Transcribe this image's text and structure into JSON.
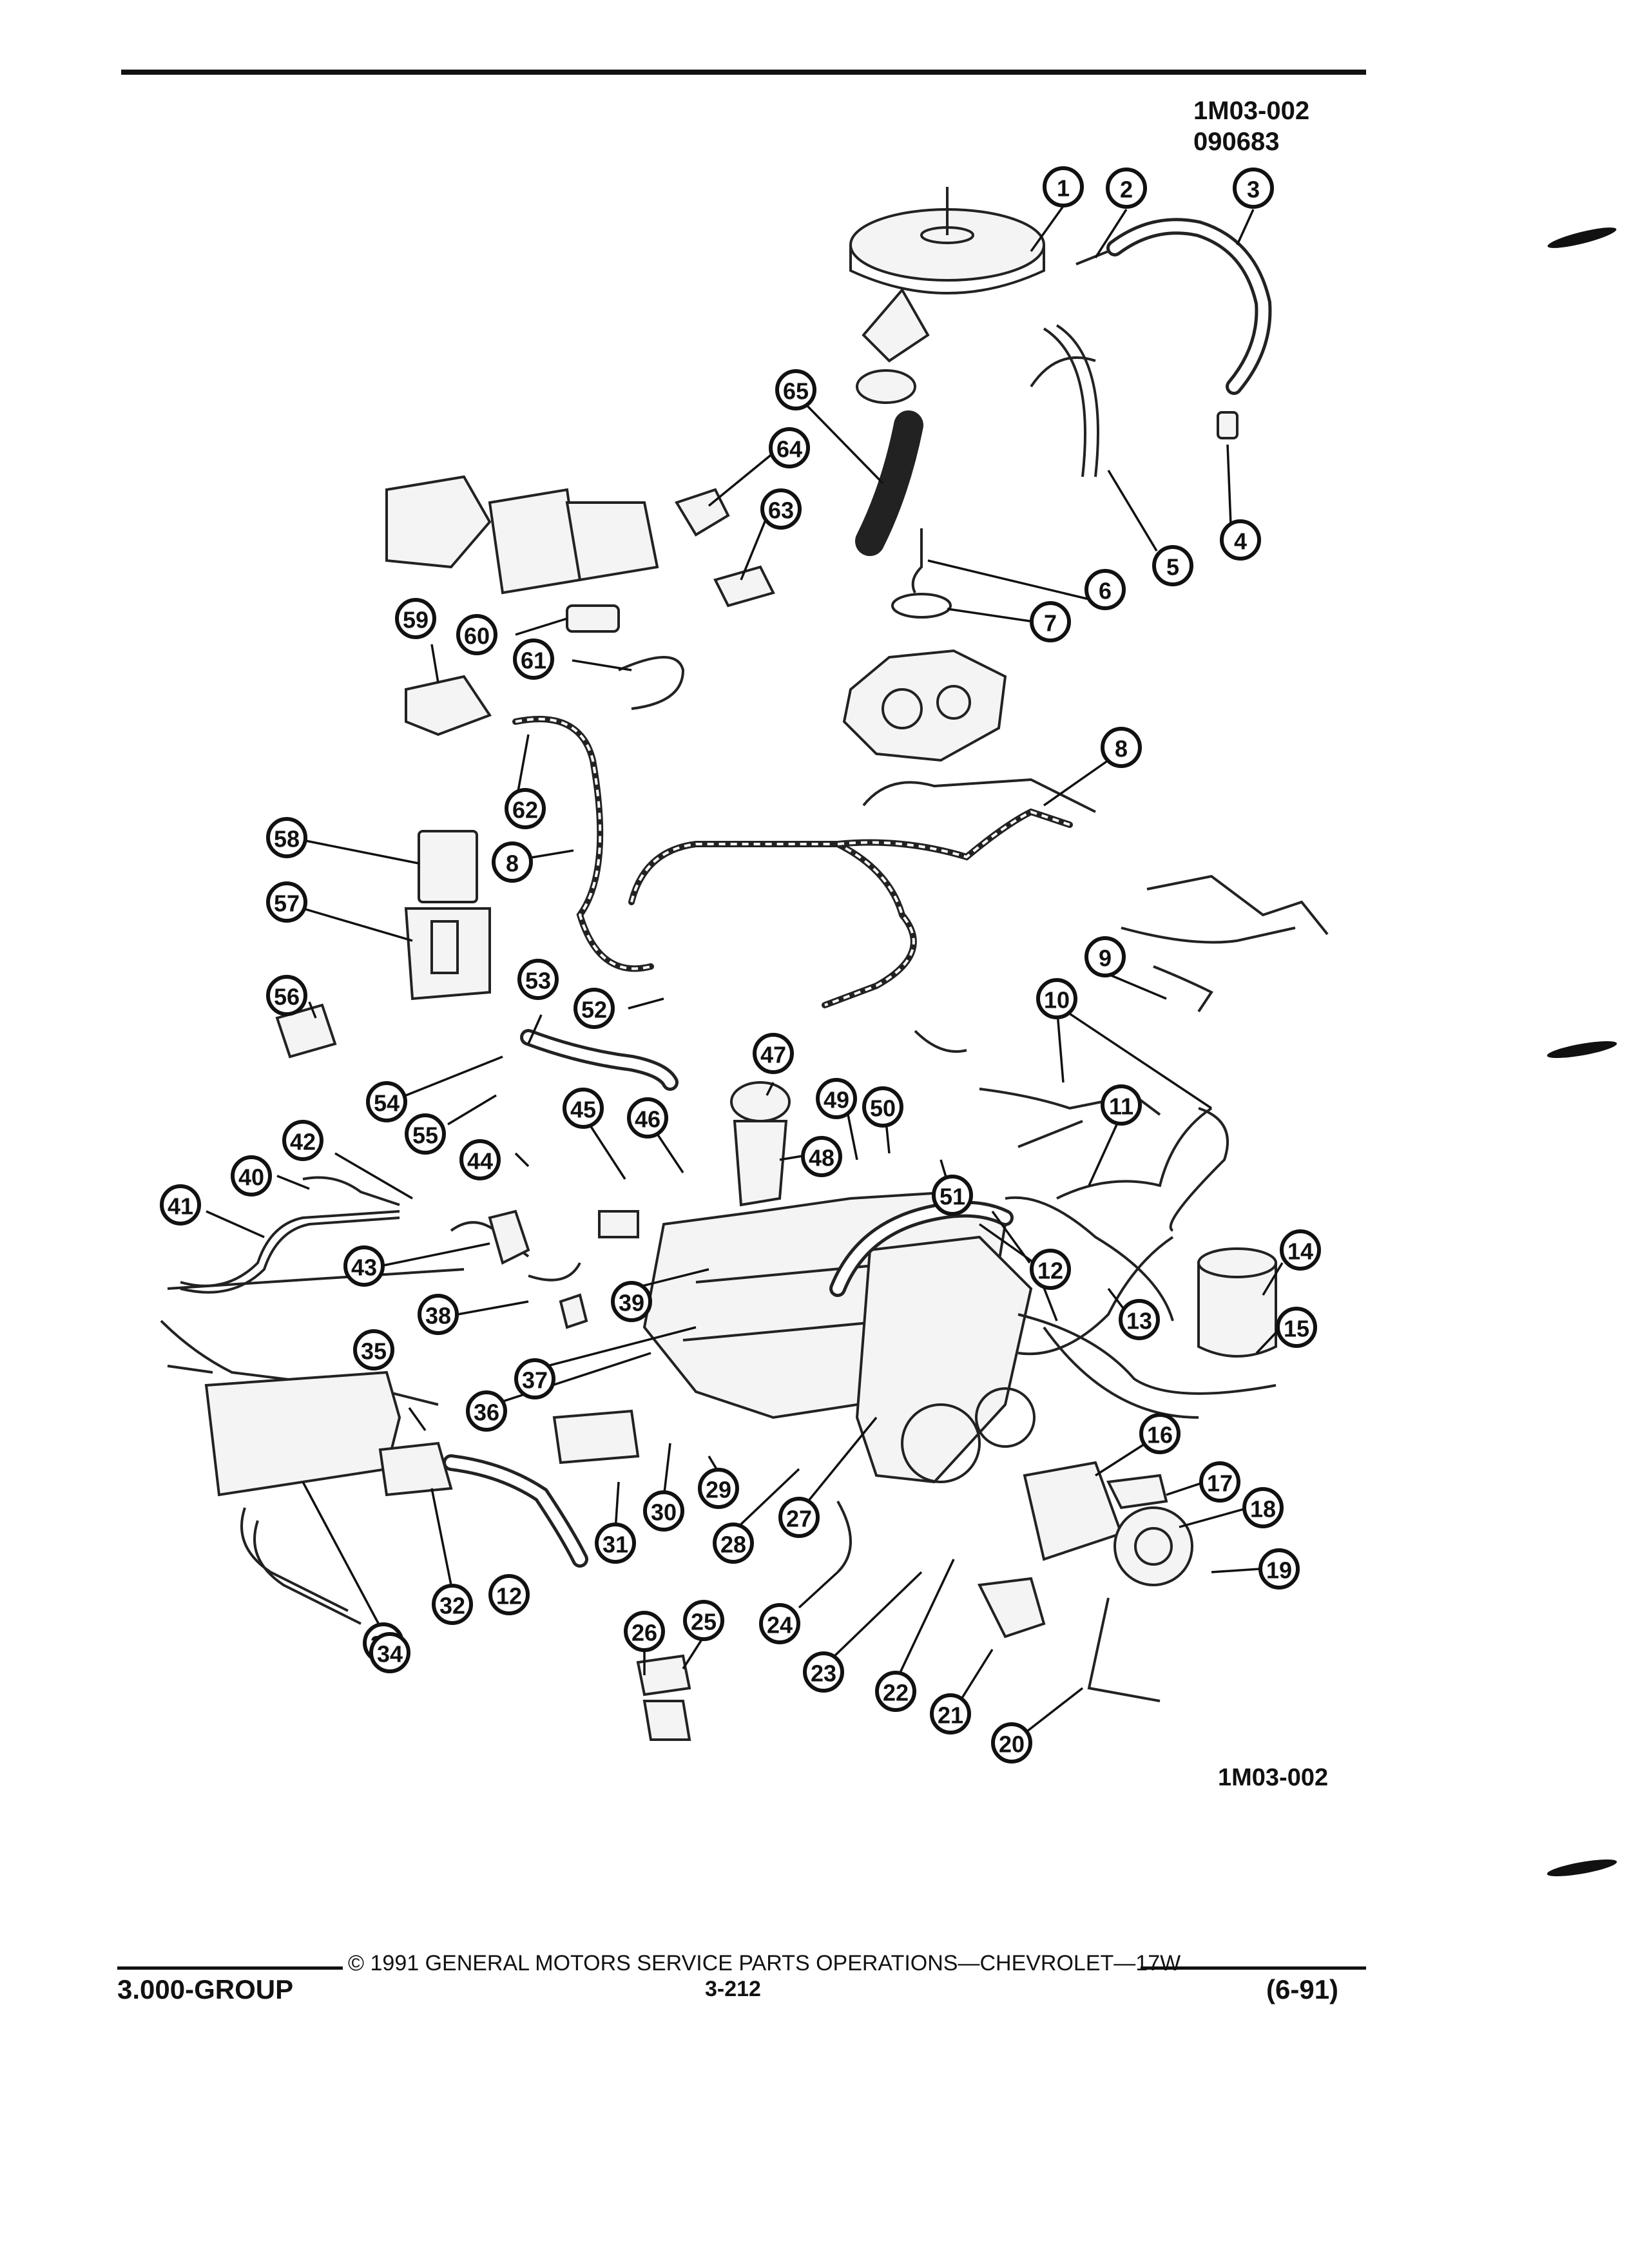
{
  "header": {
    "code": "1M03-002",
    "date_code": "090683"
  },
  "figure": {
    "code_bottom": "1M03-002",
    "callouts": [
      "1",
      "2",
      "3",
      "4",
      "5",
      "6",
      "7",
      "8",
      "8",
      "9",
      "10",
      "11",
      "12",
      "12",
      "13",
      "14",
      "15",
      "16",
      "17",
      "18",
      "19",
      "20",
      "21",
      "22",
      "23",
      "24",
      "25",
      "26",
      "27",
      "28",
      "29",
      "30",
      "31",
      "32",
      "33",
      "34",
      "35",
      "36",
      "37",
      "38",
      "39",
      "40",
      "41",
      "42",
      "43",
      "44",
      "45",
      "46",
      "47",
      "48",
      "49",
      "50",
      "51",
      "52",
      "53",
      "54",
      "55",
      "56",
      "57",
      "58",
      "59",
      "60",
      "61",
      "62",
      "63",
      "64",
      "65"
    ]
  },
  "footer": {
    "group": "3.000-GROUP",
    "copyright": "© 1991 GENERAL MOTORS SERVICE PARTS OPERATIONS—CHEVROLET—17W",
    "page": "3-212",
    "date": "(6-91)"
  }
}
